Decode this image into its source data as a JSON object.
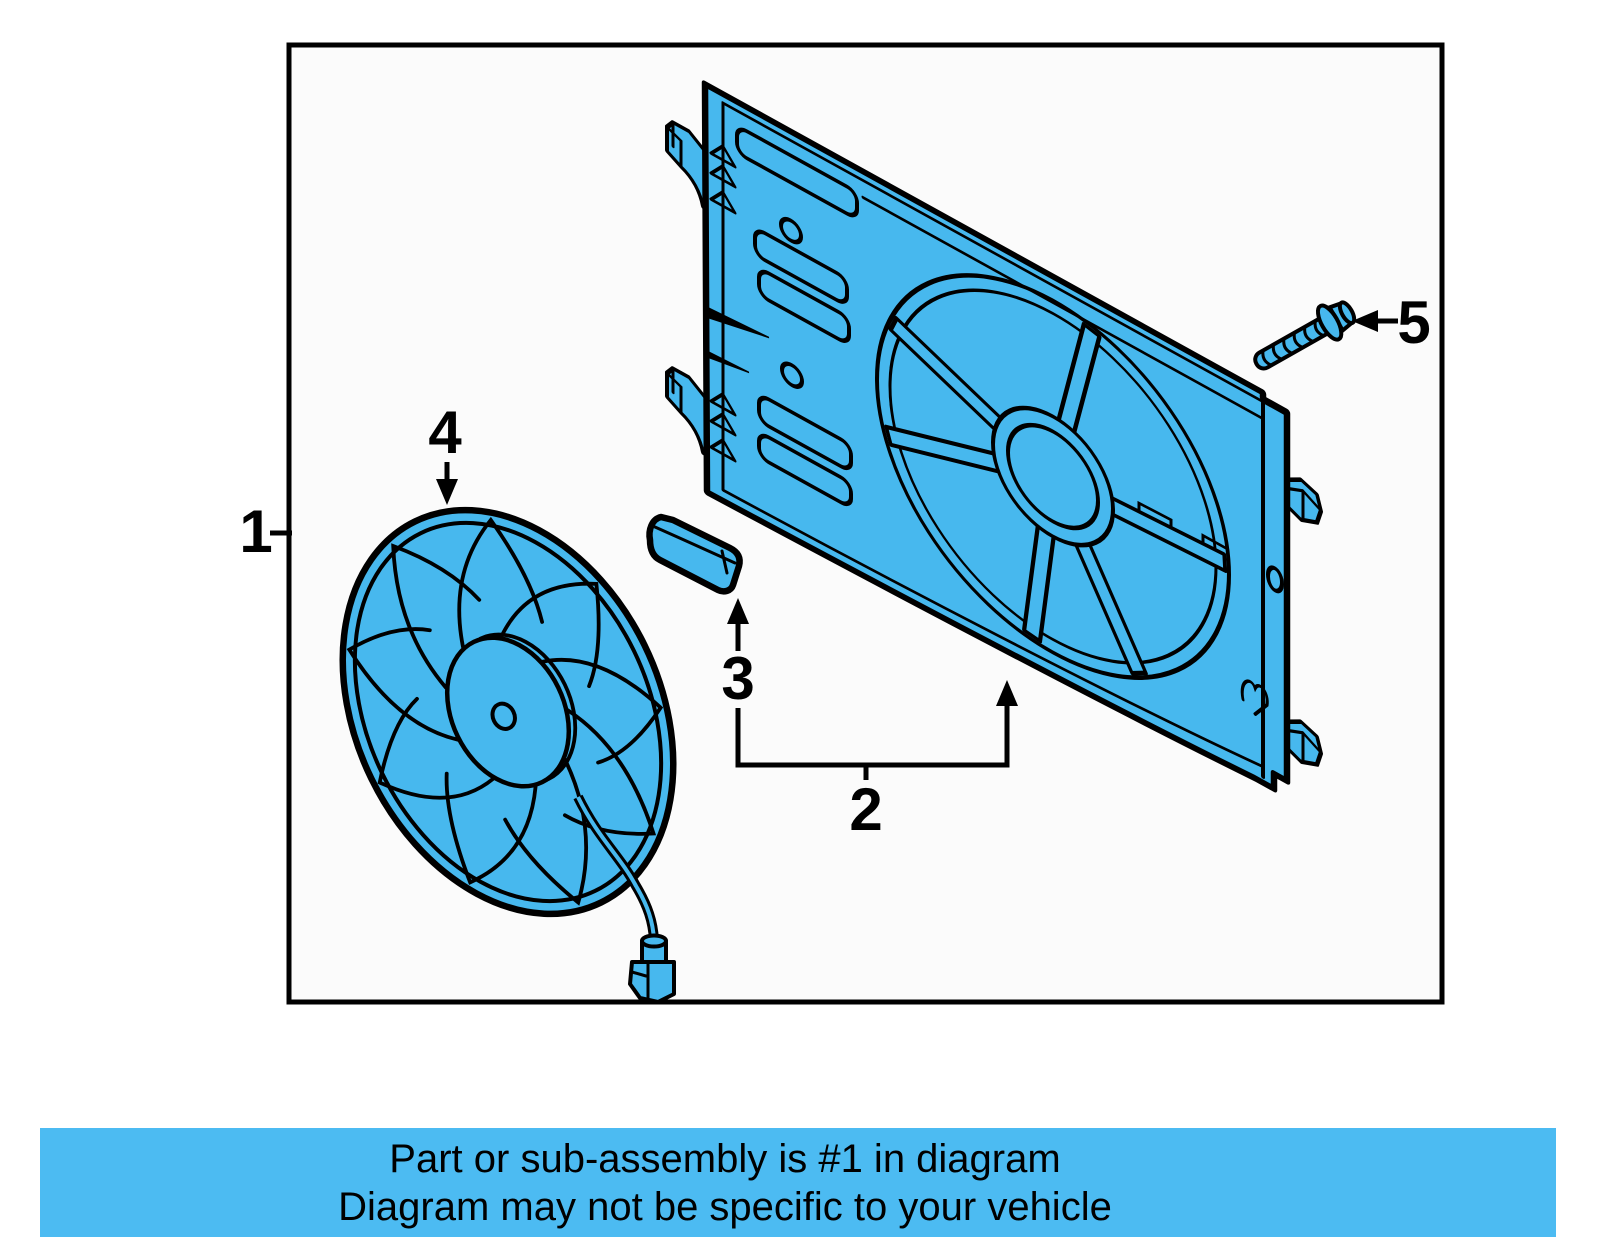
{
  "diagram": {
    "callouts": [
      {
        "label": "1"
      },
      {
        "label": "2"
      },
      {
        "label": "3"
      },
      {
        "label": "4"
      },
      {
        "label": "5"
      }
    ],
    "colors": {
      "part_fill": "#47b8ee",
      "line": "#000000",
      "box_border": "#000000",
      "box_background": "#fbfbfb"
    }
  },
  "banner": {
    "line1": "Part or sub-assembly is #1 in diagram",
    "line2": "Diagram may not be specific to your vehicle",
    "background": "#4cbbf2",
    "text_color": "#000000"
  }
}
